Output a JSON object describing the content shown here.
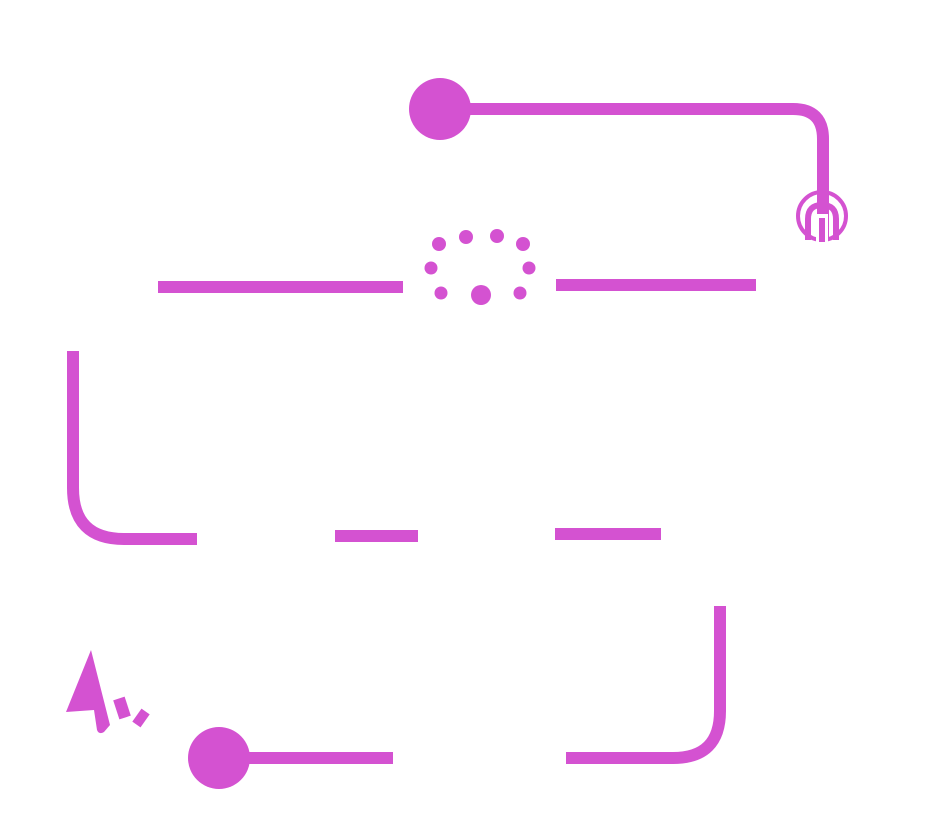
{
  "diagram": {
    "accent_color": "#d452d1",
    "background_color": "#ffffff",
    "elements": [
      {
        "name": "start-node",
        "kind": "circle-marker"
      },
      {
        "name": "top-connector-path",
        "kind": "rounded-line"
      },
      {
        "name": "power-cable-icon",
        "icon": "usb-connector-icon"
      },
      {
        "name": "loading-spinner-icon",
        "icon": "loading-dots-icon"
      },
      {
        "name": "middle-line-left",
        "kind": "line"
      },
      {
        "name": "middle-line-right",
        "kind": "line"
      },
      {
        "name": "left-return-path",
        "kind": "rounded-line"
      },
      {
        "name": "dash-segment-1",
        "kind": "line"
      },
      {
        "name": "dash-segment-2",
        "kind": "line"
      },
      {
        "name": "right-return-path",
        "kind": "rounded-line"
      },
      {
        "name": "pointer-cursor-icon",
        "icon": "cursor-click-icon"
      },
      {
        "name": "end-node",
        "kind": "circle-marker"
      }
    ]
  }
}
